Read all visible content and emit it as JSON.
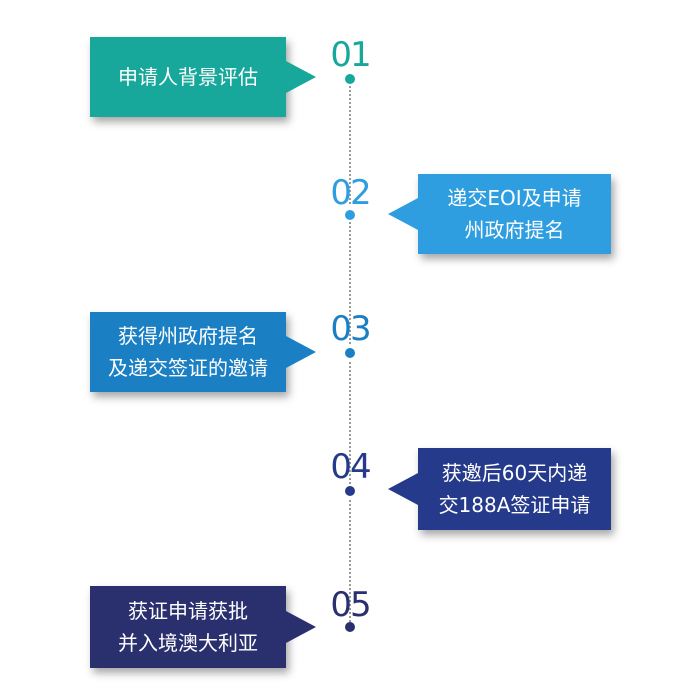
{
  "steps": [
    {
      "number": "01",
      "lines": [
        "申请人背景评估"
      ],
      "color": "#17a79b",
      "number_color": "#17a79b"
    },
    {
      "number": "02",
      "lines": [
        "递交EOI及申请",
        "州政府提名"
      ],
      "color": "#2e9ee0",
      "number_color": "#2e9ee0"
    },
    {
      "number": "03",
      "lines": [
        "获得州政府提名",
        "及递交签证的邀请"
      ],
      "color": "#1b7fc4",
      "number_color": "#1b7fc4"
    },
    {
      "number": "04",
      "lines": [
        "获邀后60天内递",
        "交188A签证申请"
      ],
      "color": "#263a8c",
      "number_color": "#263a8c"
    },
    {
      "number": "05",
      "lines": [
        "获证申请获批",
        "并入境澳大利亚"
      ],
      "color": "#2a2f6e",
      "number_color": "#2a2f6e"
    }
  ]
}
